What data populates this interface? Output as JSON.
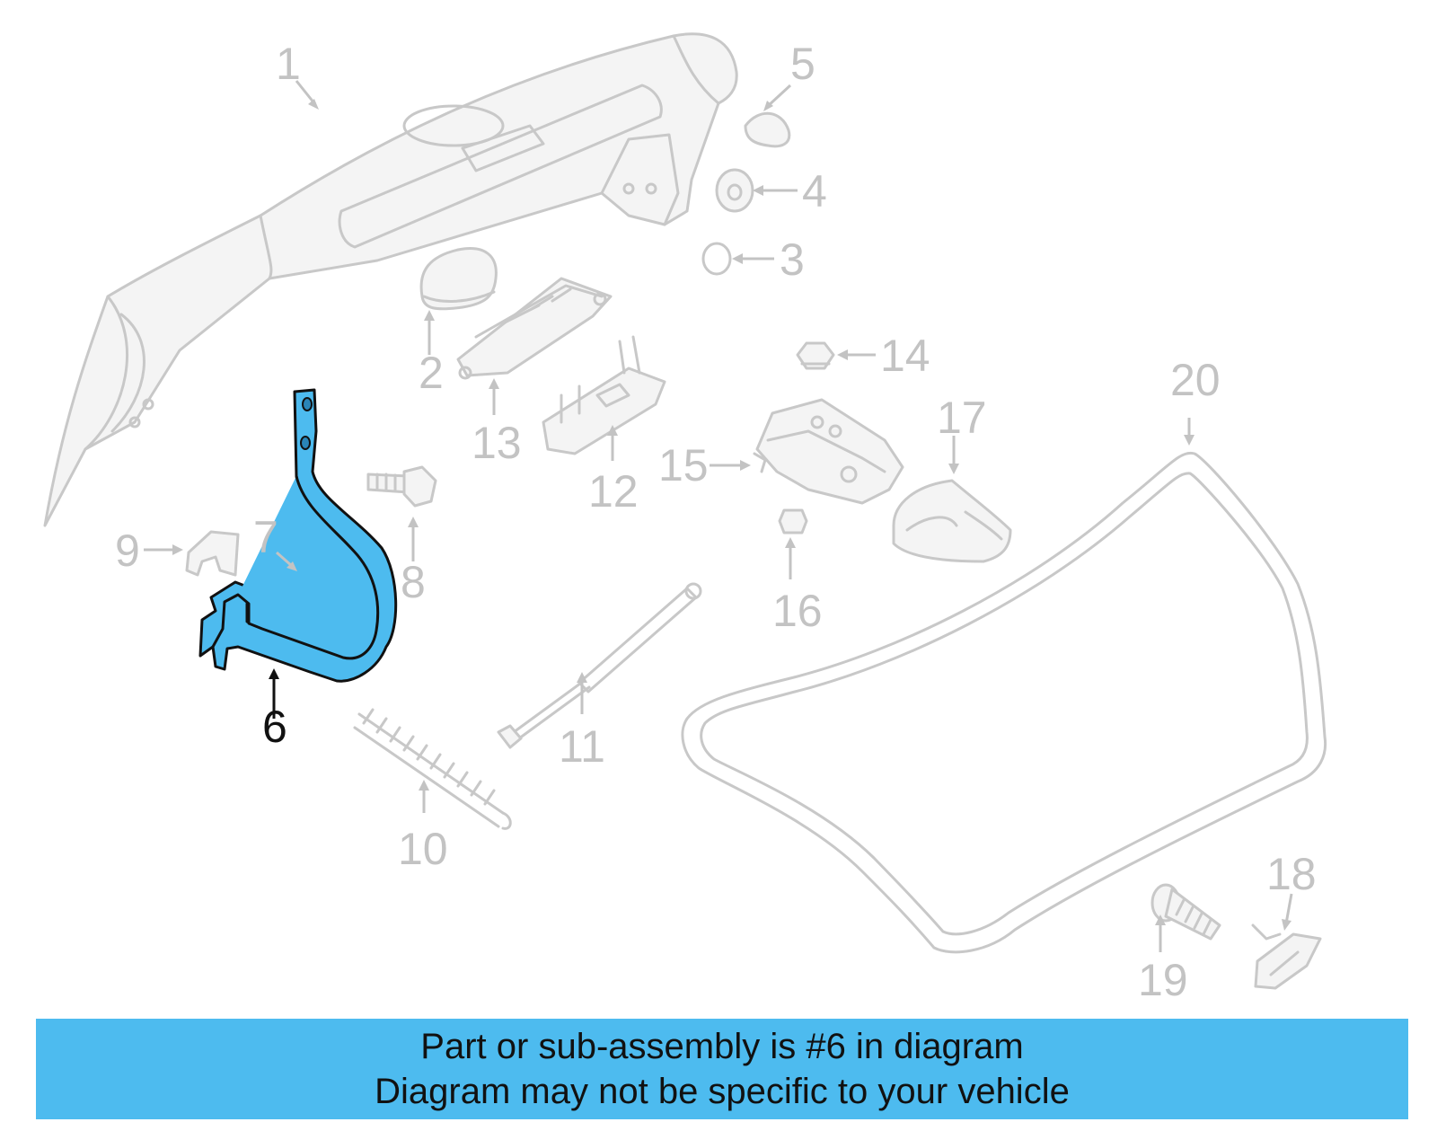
{
  "colors": {
    "highlight": "#4dbbef",
    "ghost_stroke": "#c8c8c8",
    "label_inactive": "#c3c3c3",
    "label_active": "#111111"
  },
  "parts": [
    {
      "id": "1",
      "label": "1"
    },
    {
      "id": "2",
      "label": "2"
    },
    {
      "id": "3",
      "label": "3"
    },
    {
      "id": "4",
      "label": "4"
    },
    {
      "id": "5",
      "label": "5"
    },
    {
      "id": "6",
      "label": "6",
      "highlighted": true
    },
    {
      "id": "7",
      "label": "7"
    },
    {
      "id": "8",
      "label": "8"
    },
    {
      "id": "9",
      "label": "9"
    },
    {
      "id": "10",
      "label": "10"
    },
    {
      "id": "11",
      "label": "11"
    },
    {
      "id": "12",
      "label": "12"
    },
    {
      "id": "13",
      "label": "13"
    },
    {
      "id": "14",
      "label": "14"
    },
    {
      "id": "15",
      "label": "15"
    },
    {
      "id": "16",
      "label": "16"
    },
    {
      "id": "17",
      "label": "17"
    },
    {
      "id": "18",
      "label": "18"
    },
    {
      "id": "19",
      "label": "19"
    },
    {
      "id": "20",
      "label": "20"
    }
  ],
  "banner": {
    "line1": "Part or sub-assembly is #6 in diagram",
    "line2": "Diagram may not be specific to your vehicle"
  }
}
